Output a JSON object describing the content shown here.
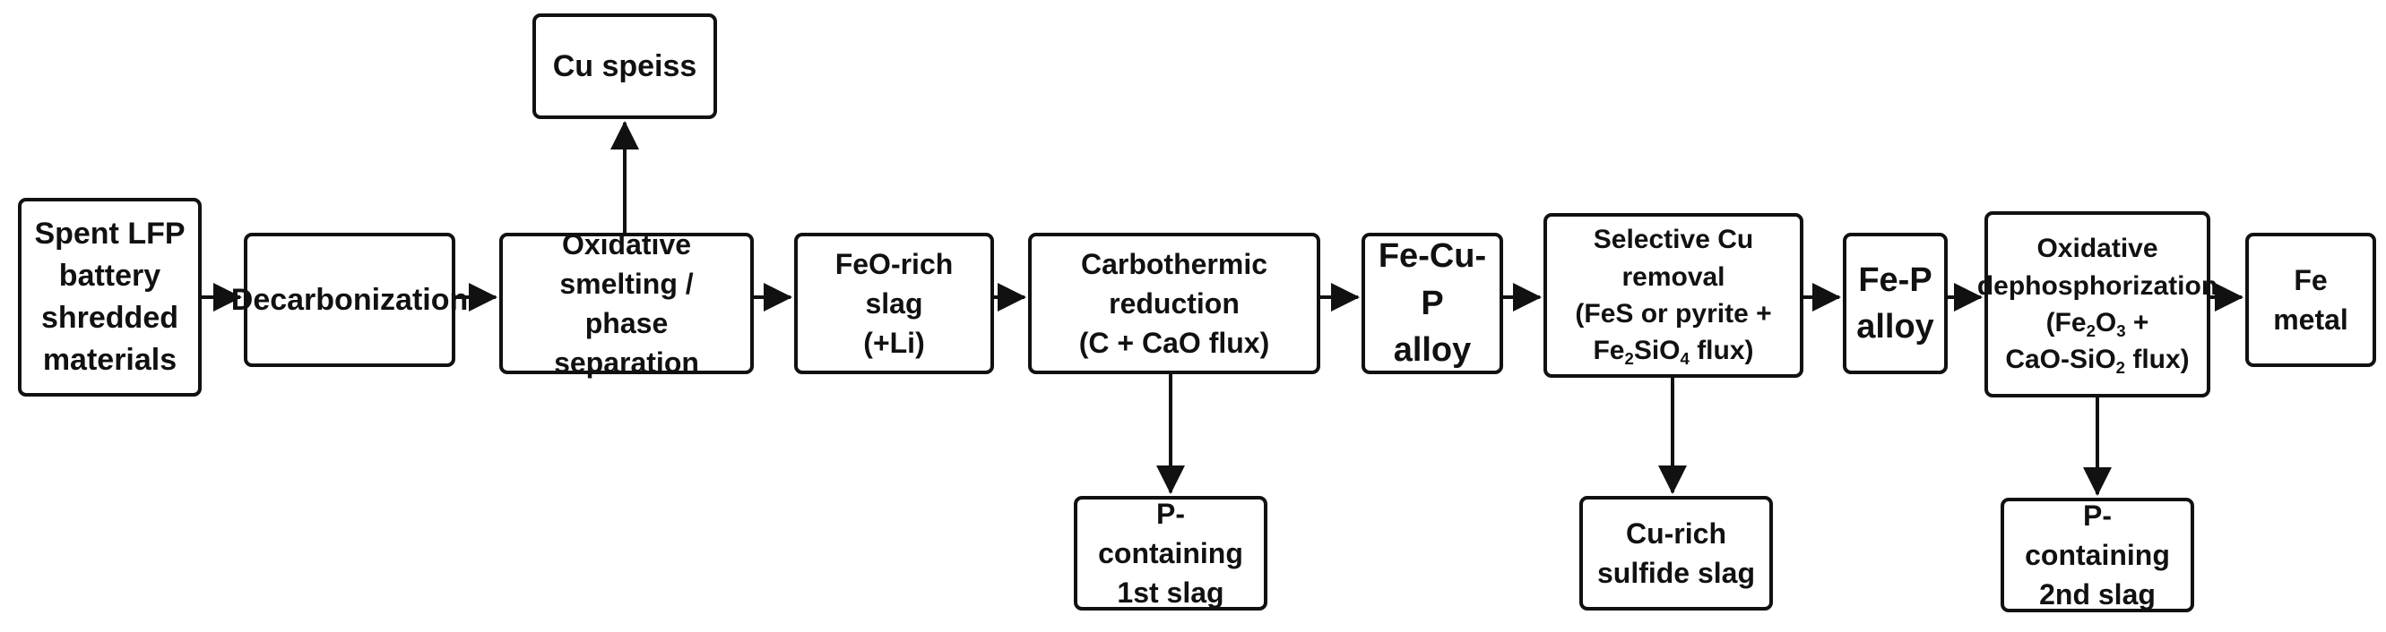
{
  "diagram": {
    "nodes": {
      "spent_lfp": [
        "Spent LFP",
        "battery",
        "shredded",
        "materials"
      ],
      "decarbonization": [
        "Decarbonization"
      ],
      "oxidative_smelting": [
        "Oxidative smelting /",
        "phase separation"
      ],
      "cu_speiss": [
        "Cu speiss"
      ],
      "feo_slag": [
        "FeO-rich slag",
        "(+Li)"
      ],
      "carbothermic": [
        "Carbothermic reduction",
        "(C + CaO flux)"
      ],
      "p_slag_1": [
        "P-containing",
        "1st slag"
      ],
      "fe_cu_p": [
        "Fe-Cu-P",
        "alloy"
      ],
      "selective_cu": {
        "line1": "Selective Cu removal",
        "line2": "(FeS or pyrite +",
        "line3_pre": "Fe",
        "line3_sub1": "2",
        "line3_mid": "SiO",
        "line3_sub2": "4",
        "line3_post": " flux)"
      },
      "cu_sulfide": [
        "Cu-rich",
        "sulfide slag"
      ],
      "fe_p": [
        "Fe-P",
        "alloy"
      ],
      "oxidative_dephos": {
        "line1": "Oxidative",
        "line2": "dephosphorization",
        "line3_pre": "(Fe",
        "line3_sub1": "2",
        "line3_mid": "O",
        "line3_sub2": "3",
        "line3_post": " +",
        "line4_pre": "CaO-SiO",
        "line4_sub": "2",
        "line4_post": " flux)"
      },
      "p_slag_2": [
        "P-containing",
        "2nd slag"
      ],
      "fe_metal": [
        "Fe metal"
      ]
    },
    "edges": [
      [
        "spent_lfp",
        "decarbonization"
      ],
      [
        "decarbonization",
        "oxidative_smelting"
      ],
      [
        "oxidative_smelting",
        "cu_speiss"
      ],
      [
        "oxidative_smelting",
        "feo_slag"
      ],
      [
        "feo_slag",
        "carbothermic"
      ],
      [
        "carbothermic",
        "p_slag_1"
      ],
      [
        "carbothermic",
        "fe_cu_p"
      ],
      [
        "fe_cu_p",
        "selective_cu"
      ],
      [
        "selective_cu",
        "cu_sulfide"
      ],
      [
        "selective_cu",
        "fe_p"
      ],
      [
        "fe_p",
        "oxidative_dephos"
      ],
      [
        "oxidative_dephos",
        "p_slag_2"
      ],
      [
        "oxidative_dephos",
        "fe_metal"
      ]
    ]
  }
}
